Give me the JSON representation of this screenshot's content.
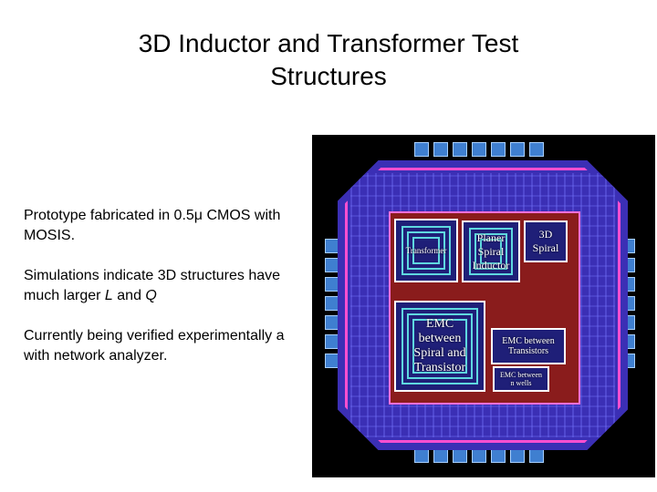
{
  "slide": {
    "title_line1": "3D Inductor and Transformer Test",
    "title_line2": "Structures"
  },
  "bullets": {
    "b1": "Prototype fabricated in 0.5μ CMOS with MOSIS.",
    "b2_pre": "Simulations indicate 3D structures have much larger ",
    "b2_L": "L",
    "b2_and": " and ",
    "b2_Q": "Q",
    "b3": "Currently being verified experimentally a with network analyzer."
  },
  "layout": {
    "transformer": "Transformer",
    "planar": "Planer\nSpiral\nInductor",
    "spiral3d": "3D\nSpiral",
    "emc_spiral": "EMC\nbetween\nSpiral and\nTransistor",
    "emc_transistors": "EMC between\nTransistors",
    "emc_wells": "EMC between\nn wells"
  },
  "colors": {
    "pad": "#3f7fd0",
    "die": "#3b2fb5",
    "core": "#8a1c1c",
    "ring": "#ff4fd0"
  }
}
